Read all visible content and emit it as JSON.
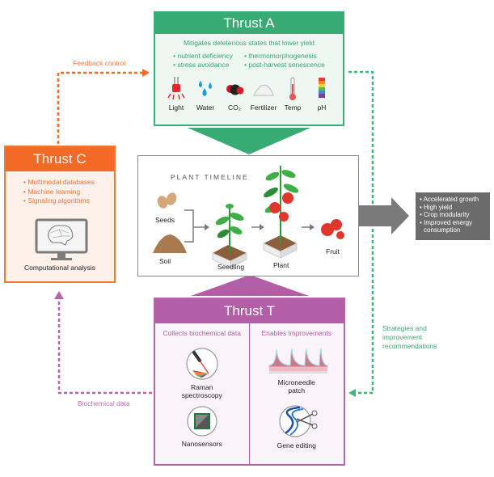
{
  "thrust_a": {
    "title": "Thrust A",
    "subtitle": "Mitigates deleterious states that lower yield",
    "bullets_left": [
      "• nutrient deficiency",
      "• stress avoidance"
    ],
    "bullets_right": [
      "• thermomorphogenesis",
      "• post-harvest senescence"
    ],
    "icons": [
      {
        "icon": "light-bulb-icon",
        "label": "Light"
      },
      {
        "icon": "water-drops-icon",
        "label": "Water"
      },
      {
        "icon": "co2-molecule-icon",
        "label": "CO₂"
      },
      {
        "icon": "fertilizer-pile-icon",
        "label": "Fertilizer"
      },
      {
        "icon": "thermometer-icon",
        "label": "Temp"
      },
      {
        "icon": "ph-strip-icon",
        "label": "pH"
      }
    ],
    "color": "#38ab75"
  },
  "timeline": {
    "title": "PLANT TIMELINE",
    "labels": {
      "seeds": "Seeds",
      "soil": "Soil",
      "seedling": "Seedling",
      "plant": "Plant",
      "fruit": "Fruit"
    }
  },
  "thrust_c": {
    "title": "Thrust C",
    "bullets": [
      "• Multimodal databases",
      "• Machine learning",
      "• Signaling algorithms"
    ],
    "caption": "Computational analysis",
    "color": "#f26a25"
  },
  "outcomes": {
    "items": [
      "• Accelerated growth",
      "• High yield",
      "• Crop modularity",
      "• Improved energy",
      "  consumption"
    ],
    "color": "#6b6b6c"
  },
  "thrust_t": {
    "title": "Thrust T",
    "left_heading": "Collects biochemical data",
    "right_heading": "Enables improvements",
    "left_items": [
      {
        "icon": "raman-spectroscopy-icon",
        "label_lines": [
          "Raman",
          "spectroscopy"
        ]
      },
      {
        "icon": "nanosensor-chip-icon",
        "label_lines": [
          "Nanosensors"
        ]
      }
    ],
    "right_items": [
      {
        "icon": "microneedle-patch-icon",
        "label_lines": [
          "Microneedle",
          "patch"
        ]
      },
      {
        "icon": "gene-editing-icon",
        "label_lines": [
          "Gene editing"
        ]
      }
    ],
    "color": "#b25fa8"
  },
  "flows": {
    "feedback_control": "Feedback control",
    "biochemical_data": "Biochemical data",
    "strategies": [
      "Strategies and",
      "improvement",
      "recommendations"
    ]
  }
}
